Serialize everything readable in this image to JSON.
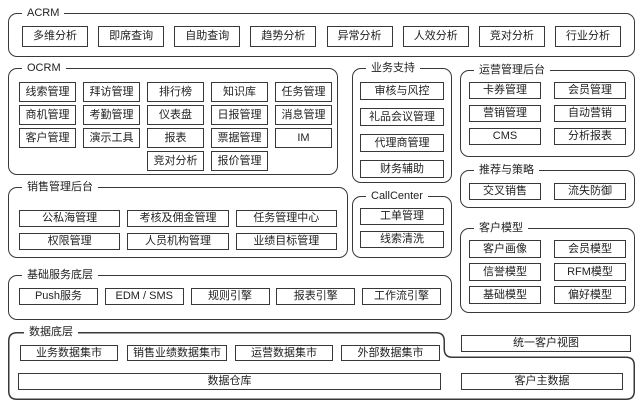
{
  "colors": {
    "border": "#383838",
    "background": "#ffffff",
    "text": "#1f1f1f"
  },
  "sections": {
    "acrm": {
      "label": "ACRM",
      "items": [
        "多维分析",
        "即席查询",
        "自助查询",
        "趋势分析",
        "异常分析",
        "人效分析",
        "竞对分析",
        "行业分析"
      ]
    },
    "ocrm": {
      "label": "OCRM",
      "rows": [
        [
          "线索管理",
          "拜访管理",
          "排行榜",
          "知识库",
          "任务管理"
        ],
        [
          "商机管理",
          "考勤管理",
          "仪表盘",
          "日报管理",
          "消息管理"
        ],
        [
          "客户管理",
          "演示工具",
          "报表",
          "票据管理",
          "IM"
        ],
        [
          "竞对分析",
          "报价管理"
        ]
      ]
    },
    "biz_support": {
      "label": "业务支持",
      "items": [
        "审核与风控",
        "礼品会议管理",
        "代理商管理",
        "财务辅助"
      ]
    },
    "ops_admin": {
      "label": "运营管理后台",
      "rows": [
        [
          "卡券管理",
          "会员管理"
        ],
        [
          "营销管理",
          "自动营销"
        ],
        [
          "CMS",
          "分析报表"
        ]
      ]
    },
    "reco": {
      "label": "推荐与策略",
      "items": [
        "交叉销售",
        "流失防御"
      ]
    },
    "cust_model": {
      "label": "客户模型",
      "rows": [
        [
          "客户画像",
          "会员模型"
        ],
        [
          "信誉模型",
          "RFM模型"
        ],
        [
          "基础模型",
          "偏好模型"
        ]
      ]
    },
    "sales_admin": {
      "label": "销售管理后台",
      "rows": [
        [
          "公私海管理",
          "考核及佣金管理",
          "任务管理中心"
        ],
        [
          "权限管理",
          "人员机构管理",
          "业绩目标管理"
        ]
      ]
    },
    "callcenter": {
      "label": "CallCenter",
      "items": [
        "工单管理",
        "线索清洗"
      ]
    },
    "base_services": {
      "label": "基础服务底层",
      "items": [
        "Push服务",
        "EDM / SMS",
        "规则引擎",
        "报表引擎",
        "工作流引擎"
      ]
    },
    "data_layer": {
      "label": "数据底层",
      "marts": [
        "业务数据集市",
        "销售业绩数据集市",
        "运营数据集市",
        "外部数据集市"
      ],
      "warehouse": "数据仓库",
      "master_data": "客户主数据"
    },
    "unified_view": "统一客户视图"
  }
}
